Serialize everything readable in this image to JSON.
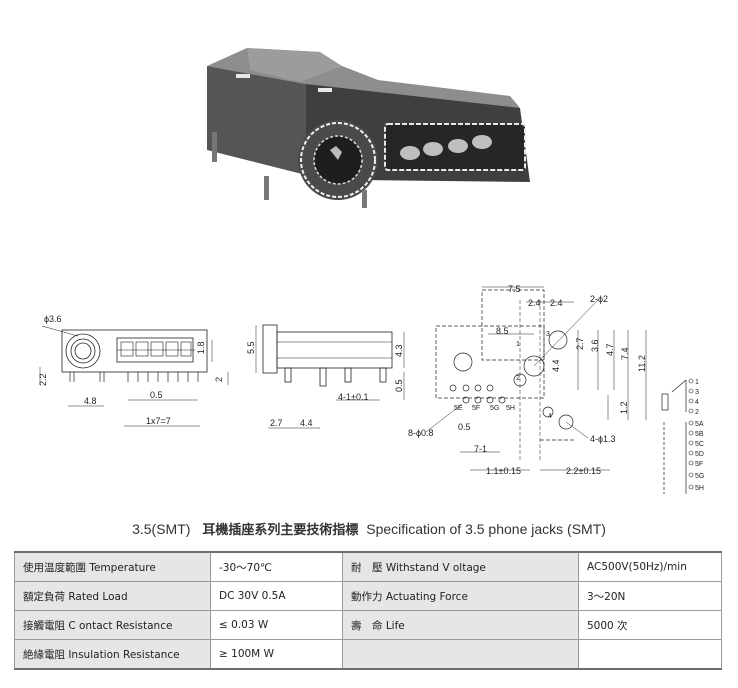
{
  "drawings": {
    "front": {
      "d1": "ϕ3.6",
      "d2": "1.8",
      "d3": "2.2",
      "d4": "2",
      "d5": "4.8",
      "d6": "0.5",
      "d7": "1x7=7"
    },
    "side": {
      "d1": "5.5",
      "d2": "4.3",
      "d3": "0.5",
      "d4": "4-1±0.1",
      "d5": "2.7",
      "d6": "4.4"
    },
    "top": {
      "d1": "7.5",
      "d2": "2.4",
      "d3": "2.4",
      "d4": "2-ϕ2",
      "d5": "8.5",
      "d6": "2.7",
      "d7": "3.6",
      "d8": "4.7",
      "d9": "7.4",
      "d10": "11.2",
      "d11": "4.4",
      "d12": "1.2",
      "d13": "8-ϕ0.8",
      "d14": "0.5",
      "d15": "7-1",
      "d16": "1.1±0.15",
      "d17": "2.2±0.15",
      "d18": "4-ϕ1.3",
      "p1": "1",
      "p2": "3",
      "p3": "2",
      "p4": "4",
      "p5": "5E",
      "p6": "5F",
      "p7": "5G",
      "p8": "5H"
    },
    "schematic": {
      "pins": [
        "1",
        "3",
        "4",
        "2",
        "5A",
        "5B",
        "5C",
        "5D",
        "5F",
        "5G",
        "5H"
      ]
    }
  },
  "title": {
    "prefix": "3.5(SMT)",
    "chinese": "耳機插座系列主要技術指標",
    "english": "Specification of 3.5 phone jacks (SMT)"
  },
  "spec": {
    "rows": [
      {
        "l1": "使用温度範圍 Temperature",
        "v1": "-30～70℃",
        "l2": "耐　壓 Withstand V oltage",
        "v2": "AC500V(50Hz)/min"
      },
      {
        "l1": "額定負荷  Rated Load",
        "v1": "DC  30V  0.5A",
        "l2": "動作力  Actuating Force",
        "v2": "3～20N"
      },
      {
        "l1": "接觸電阻  C ontact Resistance",
        "v1": "≤ 0.03 W",
        "l2": "壽　命  Life",
        "v2": "5000 次"
      },
      {
        "l1": "絶緣電阻  Insulation Resistance",
        "v1": "≥ 100M W",
        "l2": "",
        "v2": ""
      }
    ]
  }
}
